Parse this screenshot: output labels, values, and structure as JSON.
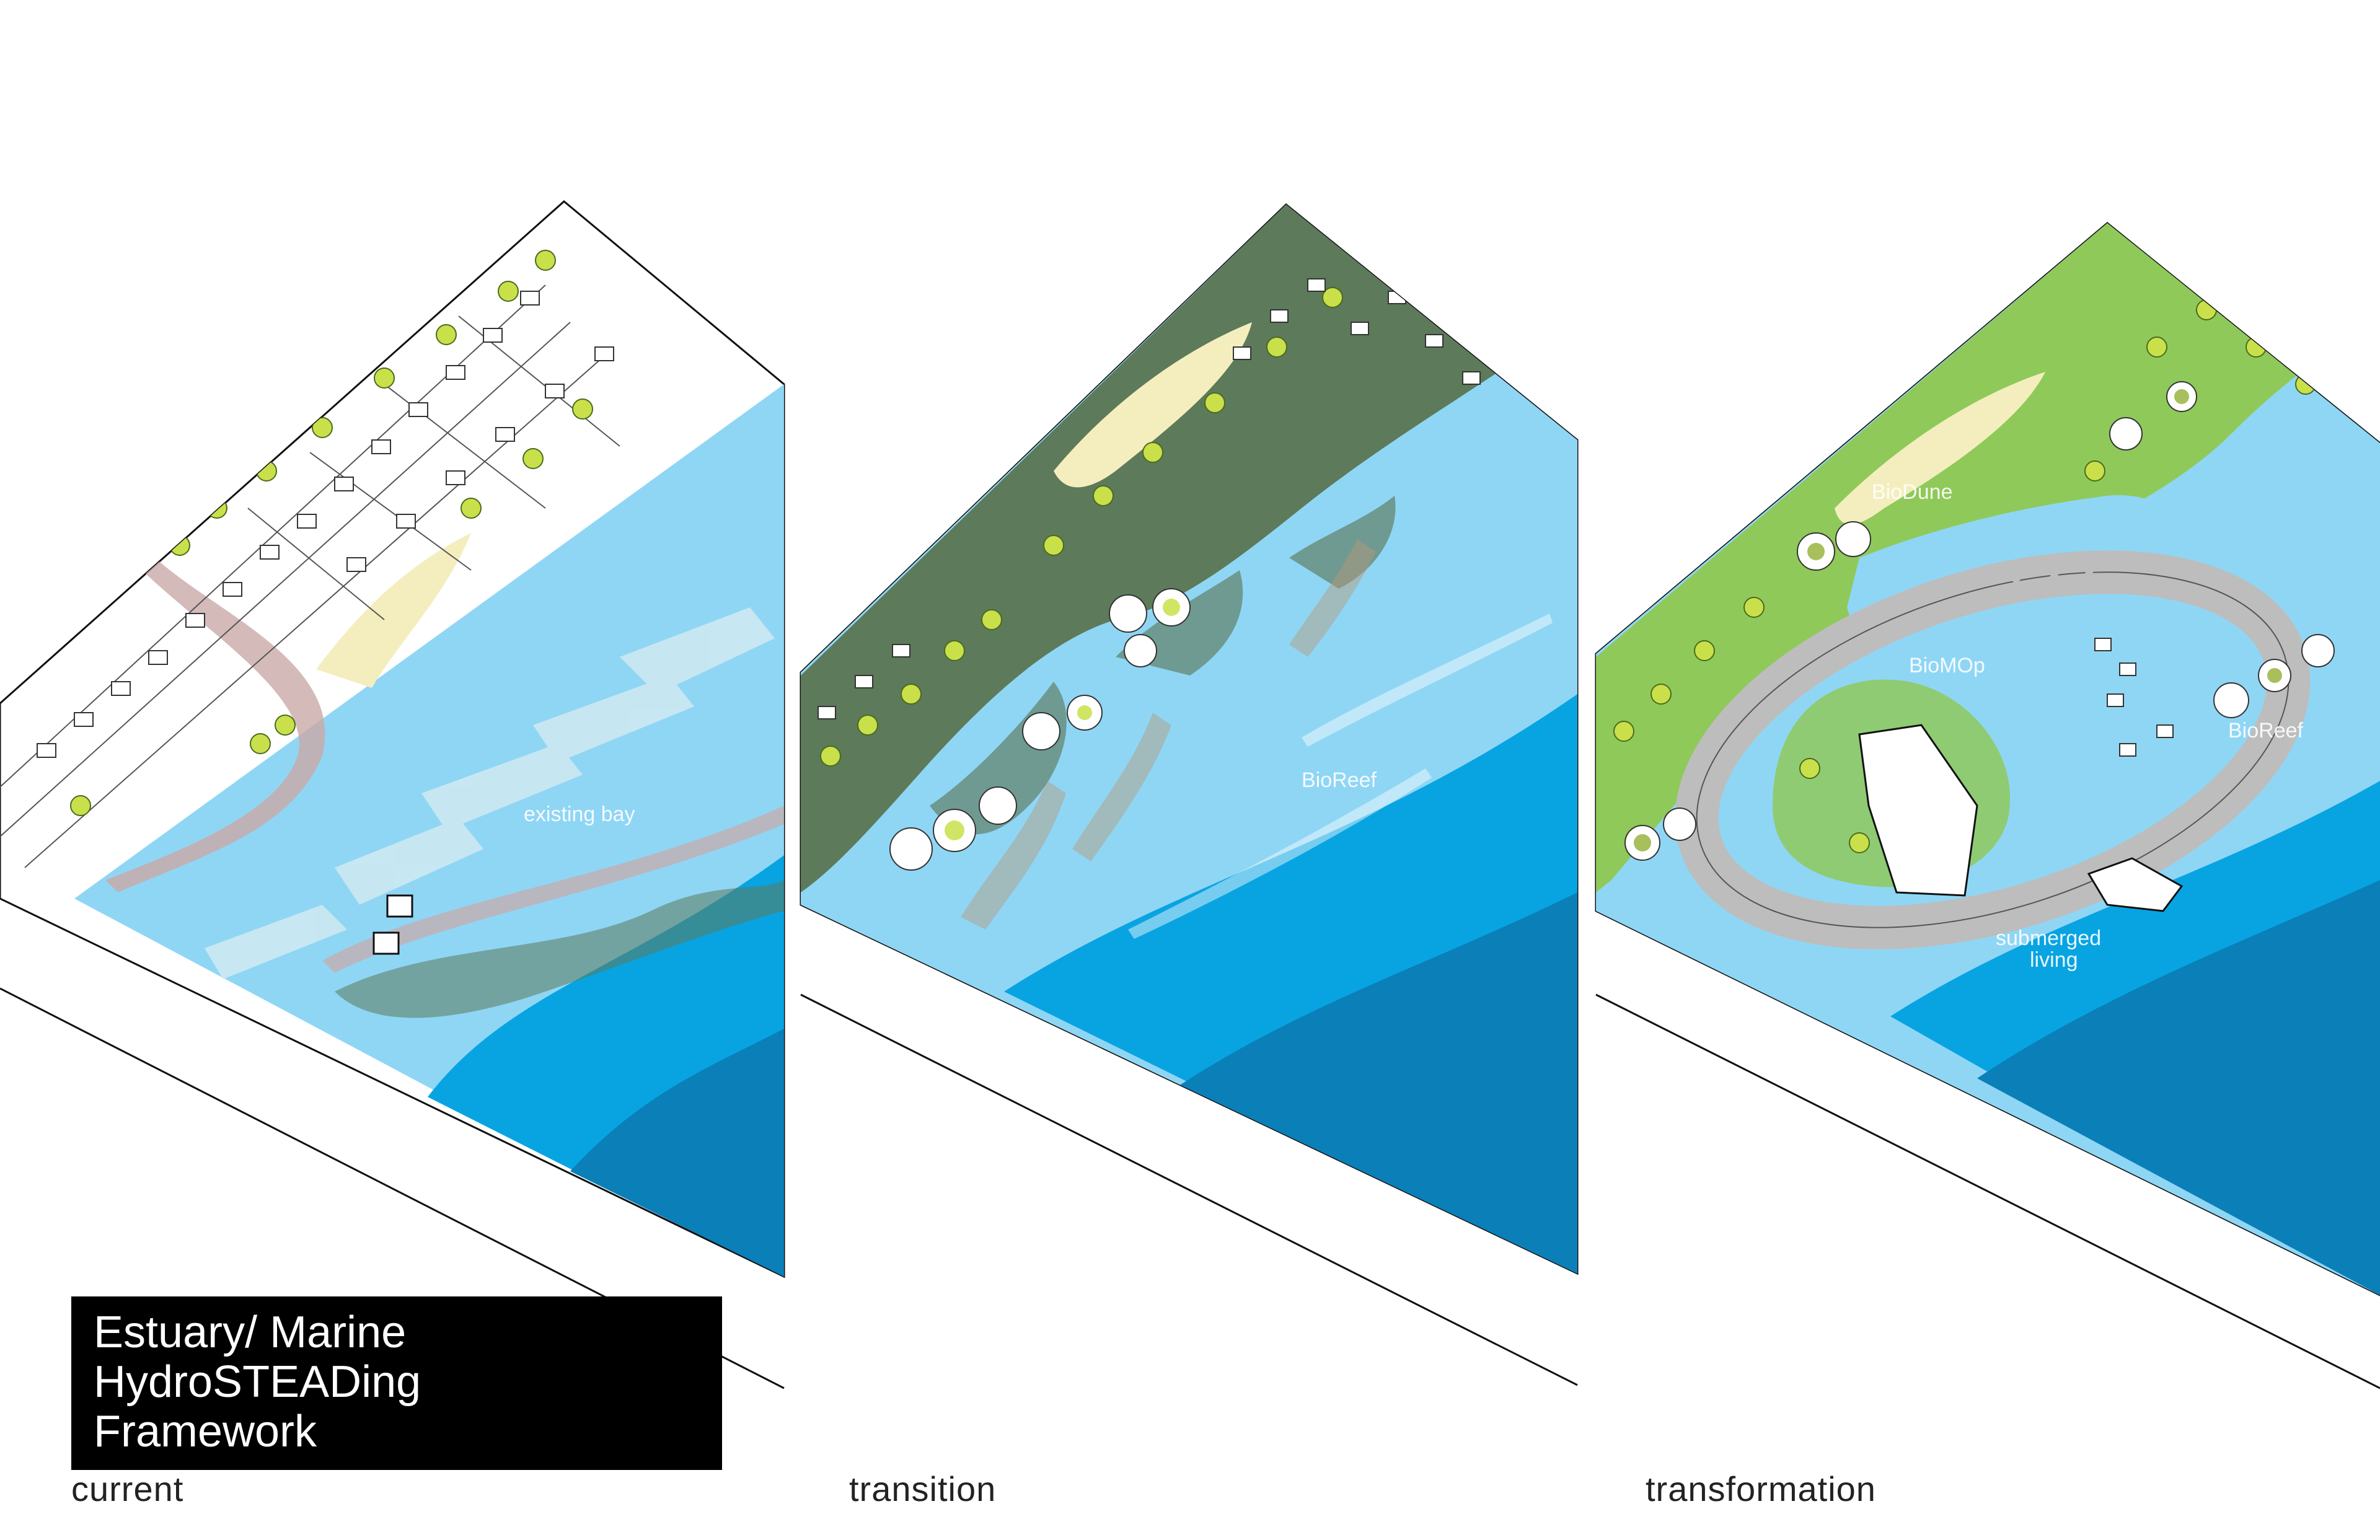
{
  "title": {
    "lines": [
      "Estuary/ Marine",
      "HydroSTEADing",
      "Framework"
    ]
  },
  "panels": [
    {
      "label": "current",
      "annotations": [
        "existing bay"
      ]
    },
    {
      "label": "transition",
      "annotations": [
        "BioReef"
      ]
    },
    {
      "label": "transformation",
      "annotations": [
        "BioDune",
        "BioMOp",
        "BioReef",
        "submerged",
        "living"
      ]
    }
  ],
  "colors": {
    "shallow_water": "#8fd6f5",
    "mid_water": "#08a4e2",
    "deep_water": "#0b7fb8",
    "sand": "#f4eebe",
    "vegetation": "#c9e04a",
    "green_land": "#8fc95a",
    "dark_wetland": "#5d7a5a",
    "sediment": "#c9a9a8",
    "outline": "#111111"
  }
}
